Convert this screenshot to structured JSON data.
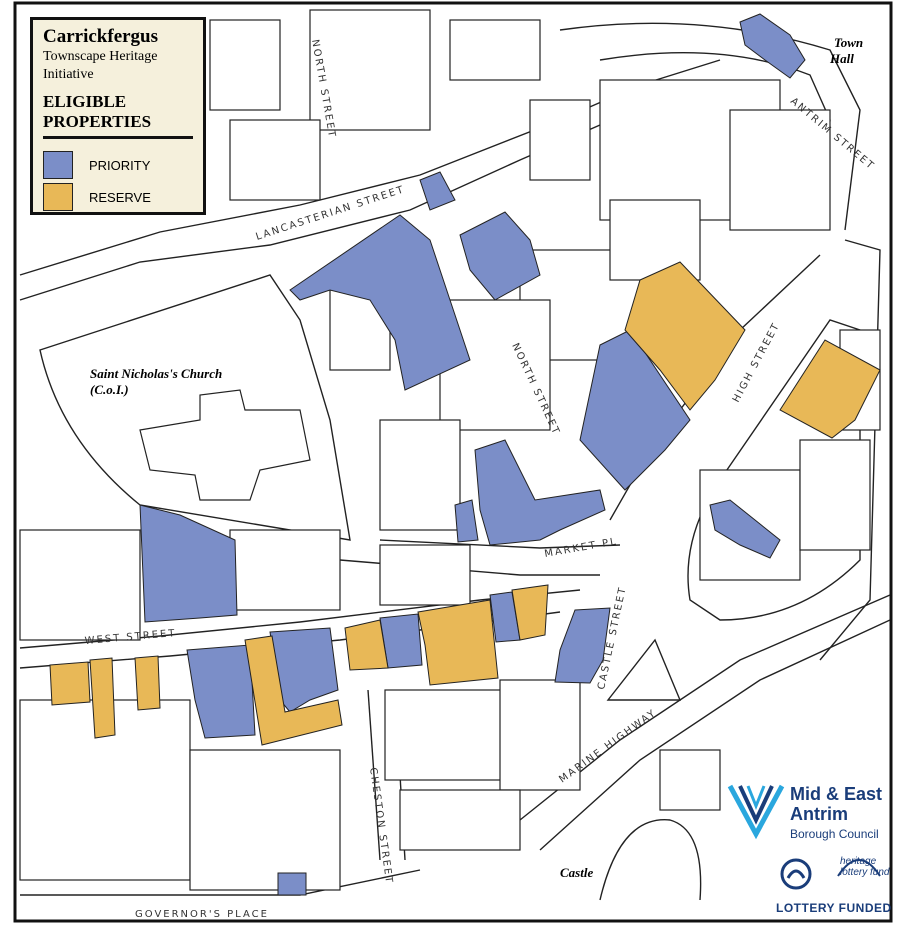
{
  "legend": {
    "title": "Carrickfergus",
    "subtitle_line1": "Townscape Heritage",
    "subtitle_line2": "Initiative",
    "heading_line1": "ELIGIBLE",
    "heading_line2": "PROPERTIES",
    "items": [
      {
        "label": "PRIORITY",
        "color": "#7b8ec8"
      },
      {
        "label": "RESERVE",
        "color": "#e8b857"
      }
    ]
  },
  "places": {
    "town_hall_line1": "Town",
    "town_hall_line2": "Hall",
    "church_line1": "Saint Nicholas's Church",
    "church_line2": "(C.o.I.)",
    "castle": "Castle"
  },
  "streets": {
    "north_street_top": "NORTH STREET",
    "north_street": "NORTH STREET",
    "lancasterian": "LANCASTERIAN STREET",
    "antrim": "ANTRIM STREET",
    "high": "HIGH STREET",
    "market_pl": "MARKET PL",
    "west": "WEST STREET",
    "castle_street": "CASTLE STREET",
    "marine_highway": "MARINE HIGHWAY",
    "cheston": "CHESTON STREET",
    "governors_place": "GOVERNOR'S PLACE"
  },
  "logos": {
    "council_line1": "Mid & East",
    "council_line2": "Antrim",
    "council_line3": "Borough Council",
    "hlf_line1": "heritage",
    "hlf_line2": "lottery fund",
    "lottery_funded": "LOTTERY FUNDED"
  },
  "colors": {
    "priority": "#7b8ec8",
    "reserve": "#e8b857",
    "legend_bg": "#f5f0dc",
    "council_blue": "#1a3d7a",
    "council_cyan": "#2aa7de"
  }
}
